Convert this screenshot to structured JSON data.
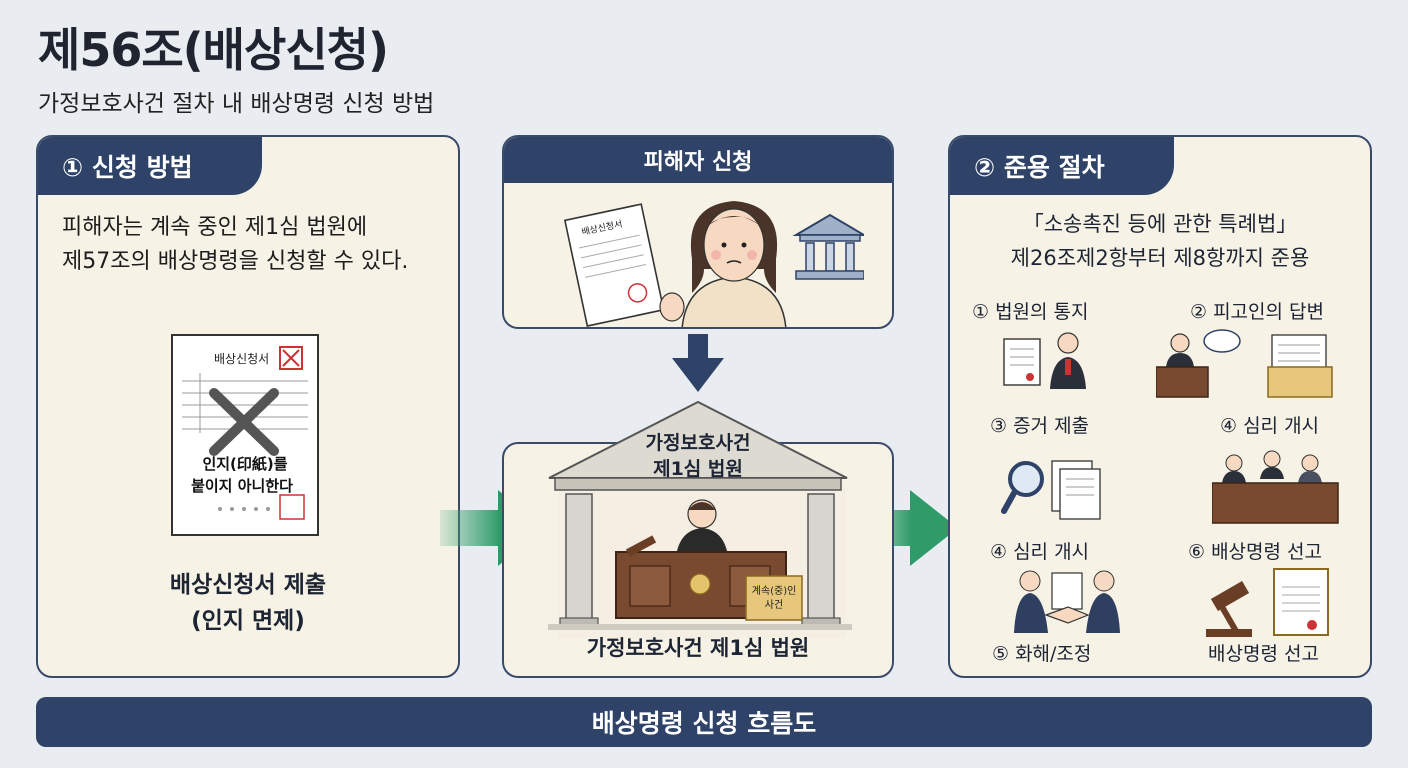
{
  "header": {
    "title": "제56조(배상신청)",
    "subtitle": "가정보호사건 절차 내 배상명령 신청 방법"
  },
  "panel_method": {
    "tab": "① 신청 방법",
    "desc_lines": [
      "피해자는 계속 중인 제1심 법원에",
      "제57조의 배상명령을 신청할 수 있다."
    ],
    "form_title": "배상신청서",
    "form_stamp_text": "인지(印紙)를\n붙이지 아니한다",
    "caption_lines": [
      "배상신청서 제출",
      "(인지 면제)"
    ]
  },
  "panel_victim": {
    "tab": "피해자 신청",
    "form_title": "배상신청서"
  },
  "panel_court": {
    "roof_text_lines": [
      "가정보호사건",
      "제1심 법원"
    ],
    "folder_text": "계속(중)인\n사건",
    "caption": "가정보호사건 제1심 법원"
  },
  "panel_procedure": {
    "tab": "② 준용 절차",
    "desc_lines": [
      "「소송촉진 등에 관한 특례법」",
      "제26조제2항부터 제8항까지 준용"
    ],
    "steps": [
      "① 법원의 통지",
      "② 피고인의 답변",
      "③ 증거 제출",
      "④ 심리 개시",
      "④ 심리 개시",
      "⑥ 배상명령 선고",
      "⑤ 화해/조정",
      "배상명령 선고"
    ]
  },
  "footer": {
    "banner": "배상명령 신청 흐름도"
  },
  "colors": {
    "navy": "#2f4368",
    "panel_bg": "#f6f2e6",
    "page_bg": "#e9edf1",
    "arrow_green": "#3aa272"
  }
}
